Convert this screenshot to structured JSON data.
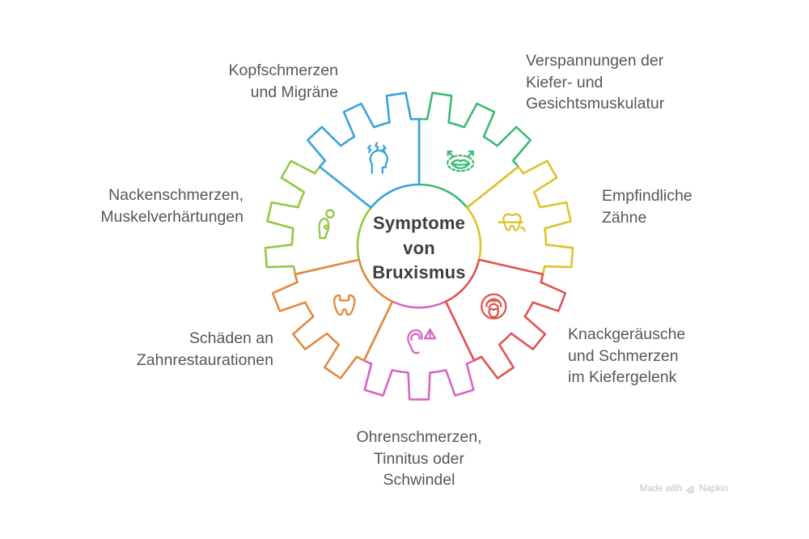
{
  "title": {
    "text": "Symptome\nvon\nBruxismus",
    "color": "#3e3e3e"
  },
  "label_color": "#575757",
  "watermark": {
    "prefix": "Made with",
    "brand": "Napkin",
    "logo_icon": "napkin-logo-icon",
    "color": "#c3c3c3"
  },
  "gear": {
    "segments": [
      {
        "id": "verspannungen",
        "label": "Verspannungen der\nKiefer- und\nGesichtsmuskulatur",
        "color": "#3cba75",
        "icon": "jaw-muscle-icon"
      },
      {
        "id": "empfindliche-zaehne",
        "label": "Empfindliche\nZähne",
        "color": "#dcc32b",
        "icon": "sensitive-tooth-icon"
      },
      {
        "id": "knackgeraeusche",
        "label": "Knackgeräusche\nund Schmerzen\nim Kiefergelenk",
        "color": "#e05353",
        "icon": "jaw-click-icon"
      },
      {
        "id": "ohrenschmerzen",
        "label": "Ohrenschmerzen,\nTinnitus oder\nSchwindel",
        "color": "#d765c1",
        "icon": "ear-warning-icon"
      },
      {
        "id": "zahnrestaurationen",
        "label": "Schäden an\nZahnrestaurationen",
        "color": "#e08a3e",
        "icon": "damaged-tooth-icon"
      },
      {
        "id": "nackenschmerzen",
        "label": "Nackenschmerzen,\nMuskelverhärtungen",
        "color": "#93c840",
        "icon": "posture-icon"
      },
      {
        "id": "kopfschmerzen",
        "label": "Kopfschmerzen\nund Migräne",
        "color": "#39a4d9",
        "icon": "headache-icon"
      }
    ]
  }
}
